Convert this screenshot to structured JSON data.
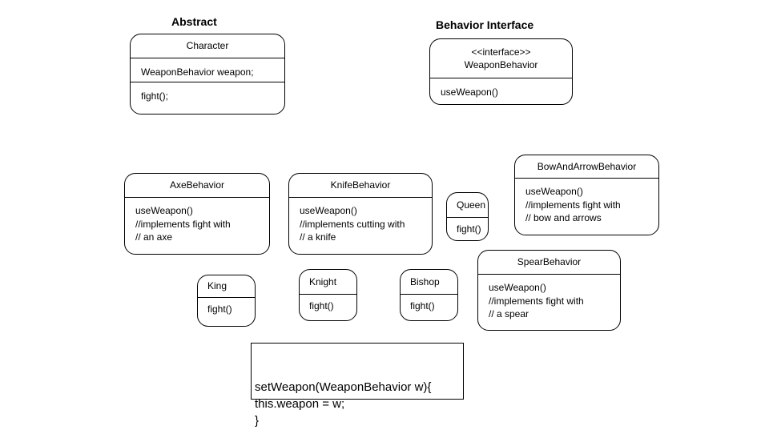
{
  "titles": {
    "abstract": "Abstract",
    "behavior_interface": "Behavior Interface"
  },
  "boxes": {
    "character": {
      "header": [
        "Character"
      ],
      "sections": [
        [
          "WeaponBehavior weapon;"
        ],
        [
          "fight();"
        ]
      ]
    },
    "weapon_behavior": {
      "header": [
        "<<interface>>",
        "WeaponBehavior"
      ],
      "sections": [
        [
          "useWeapon()"
        ]
      ]
    },
    "axe_behavior": {
      "header": [
        "AxeBehavior"
      ],
      "sections": [
        [
          "useWeapon()",
          "//implements fight  with",
          "// an axe"
        ]
      ]
    },
    "knife_behavior": {
      "header": [
        "KnifeBehavior"
      ],
      "sections": [
        [
          "useWeapon()",
          "//implements cutting with",
          "// a knife"
        ]
      ]
    },
    "queen": {
      "header": [
        "Queen"
      ],
      "sections": [
        [
          "fight()"
        ]
      ]
    },
    "bow_and_arrow_behavior": {
      "header": [
        "BowAndArrowBehavior"
      ],
      "sections": [
        [
          "useWeapon()",
          "//implements fight with",
          "// bow and arrows"
        ]
      ]
    },
    "spear_behavior": {
      "header": [
        "SpearBehavior"
      ],
      "sections": [
        [
          "useWeapon()",
          "//implements fight  with",
          "// a spear"
        ]
      ]
    },
    "king": {
      "header": [
        "King"
      ],
      "sections": [
        [
          "fight()"
        ]
      ]
    },
    "knight": {
      "header": [
        "Knight"
      ],
      "sections": [
        [
          "fight()"
        ]
      ]
    },
    "bishop": {
      "header": [
        "Bishop"
      ],
      "sections": [
        [
          "fight()"
        ]
      ]
    }
  },
  "code": [
    "setWeapon(WeaponBehavior w){",
    "          this.weapon = w;",
    "}"
  ]
}
